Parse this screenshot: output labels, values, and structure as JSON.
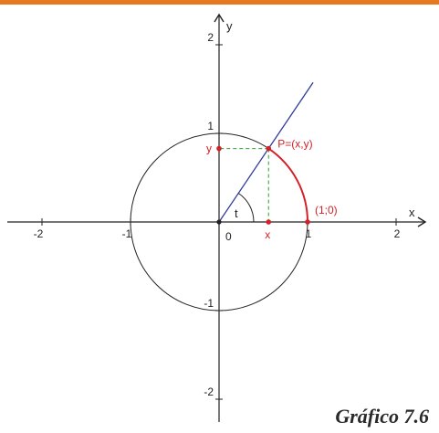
{
  "caption": "Gráfico 7.6",
  "axes": {
    "x_label": "x",
    "y_label": "y",
    "origin_label": "0",
    "x_ticks": [
      {
        "value": -2,
        "label": "-2"
      },
      {
        "value": -1,
        "label": "-1"
      },
      {
        "value": 1,
        "label": "1"
      },
      {
        "value": 2,
        "label": "2"
      }
    ],
    "y_ticks": [
      {
        "value": 2,
        "label": "2"
      },
      {
        "value": 1,
        "label": "1"
      },
      {
        "value": -1,
        "label": "-1"
      },
      {
        "value": -2,
        "label": "-2"
      }
    ]
  },
  "points": {
    "point_p": {
      "label": "P=(x,y)"
    },
    "point_unit": {
      "label": "(1;0)"
    },
    "x_projection": {
      "label": "x"
    },
    "y_projection": {
      "label": "y"
    },
    "angle": {
      "label": "t",
      "degrees": 56
    }
  },
  "colors": {
    "header_bar": "#e87722",
    "axis": "#222222",
    "circle": "#222222",
    "ray": "#2e3a9c",
    "arc": "#d42027",
    "dashed": "#2ca02c",
    "point": "#d42027"
  }
}
